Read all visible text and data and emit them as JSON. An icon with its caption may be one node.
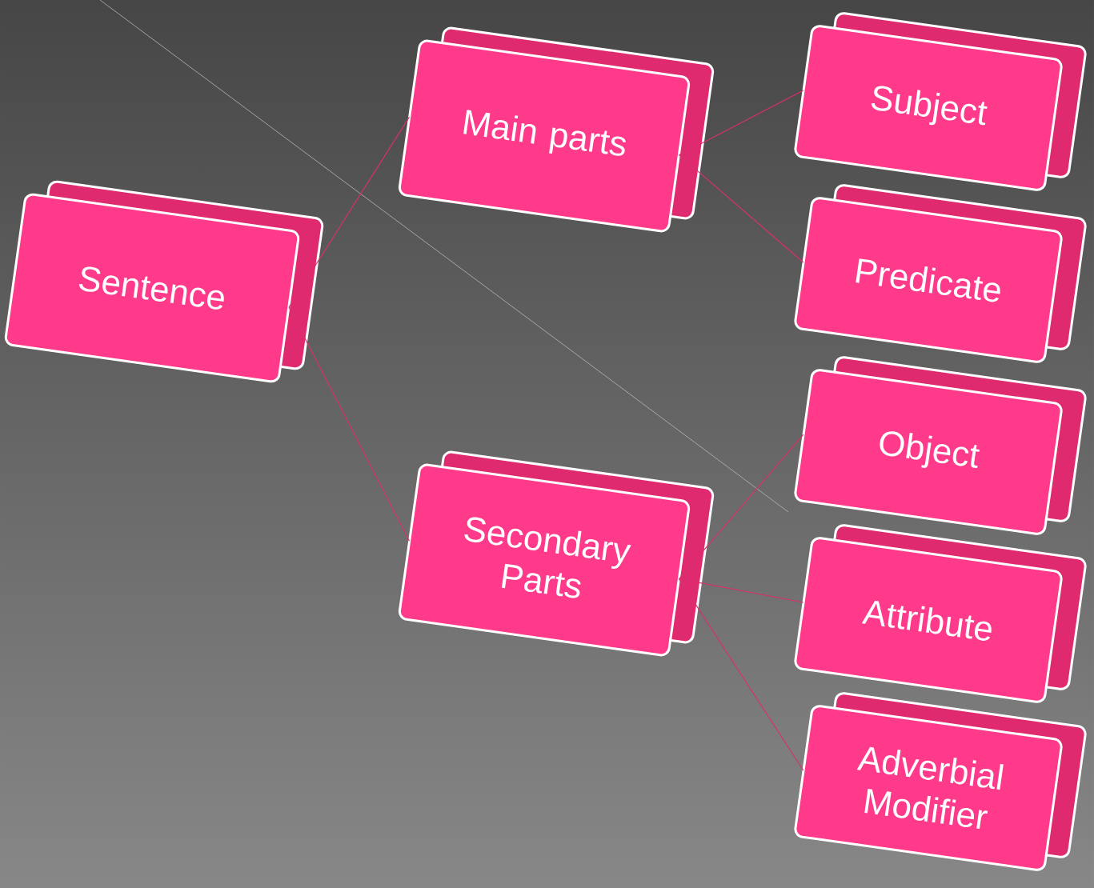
{
  "diagram": {
    "nodes": [
      {
        "text": [
          "Sentence"
        ]
      },
      {
        "text": [
          "Main parts"
        ]
      },
      {
        "text": [
          "Secondary Parts"
        ]
      },
      {
        "text": [
          "Subject"
        ]
      },
      {
        "text": [
          "Predicate"
        ]
      },
      {
        "text": [
          "Object"
        ]
      },
      {
        "text": [
          "Attribute"
        ]
      },
      {
        "text": [
          "Adverbial Modifier"
        ]
      }
    ],
    "edges": [
      {
        "from": 0,
        "to": 1,
        "arrow": "none"
      },
      {
        "from": 0,
        "to": 2,
        "arrow": "none"
      },
      {
        "from": 1,
        "to": 3,
        "arrow": "none"
      },
      {
        "from": 1,
        "to": 4,
        "arrow": "none"
      },
      {
        "from": 2,
        "to": 5,
        "arrow": "none"
      },
      {
        "from": 2,
        "to": 6,
        "arrow": "none"
      },
      {
        "from": 2,
        "to": 7,
        "arrow": "none"
      }
    ]
  }
}
